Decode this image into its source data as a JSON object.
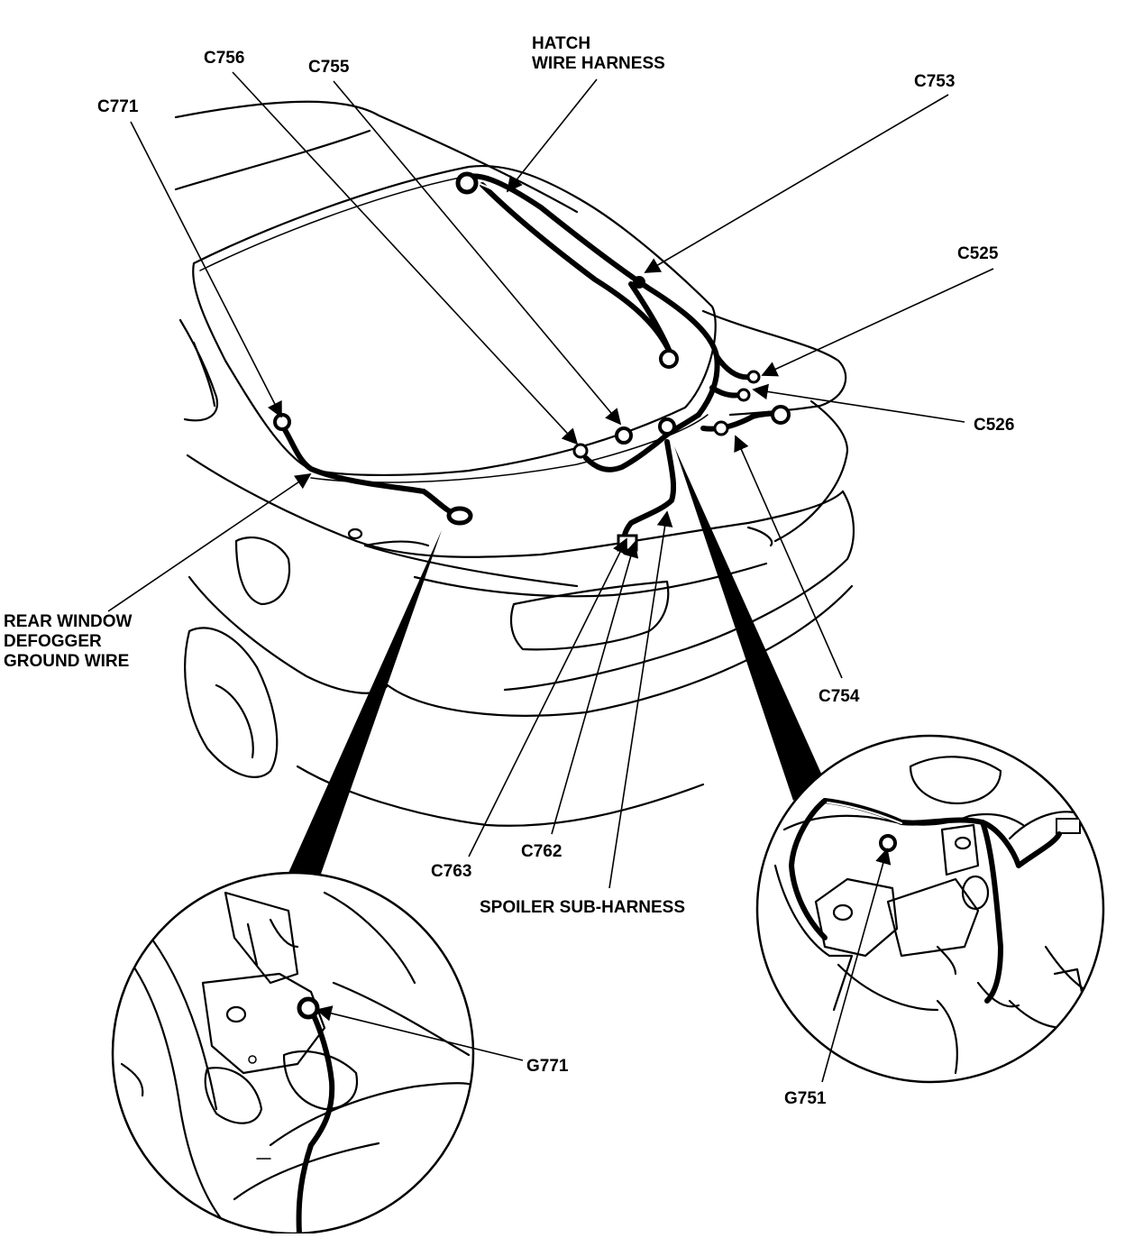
{
  "labels": {
    "c756": "C756",
    "c755": "C755",
    "hatch_1": "HATCH",
    "hatch_2": "WIRE HARNESS",
    "c753": "C753",
    "c771": "C771",
    "c525": "C525",
    "c526": "C526",
    "rear_1": "REAR WINDOW",
    "rear_2": "DEFOGGER",
    "rear_3": "GROUND WIRE",
    "c754": "C754",
    "c763": "C763",
    "c762": "C762",
    "spoiler": "SPOILER SUB-HARNESS",
    "g771": "G771",
    "g751": "G751"
  }
}
